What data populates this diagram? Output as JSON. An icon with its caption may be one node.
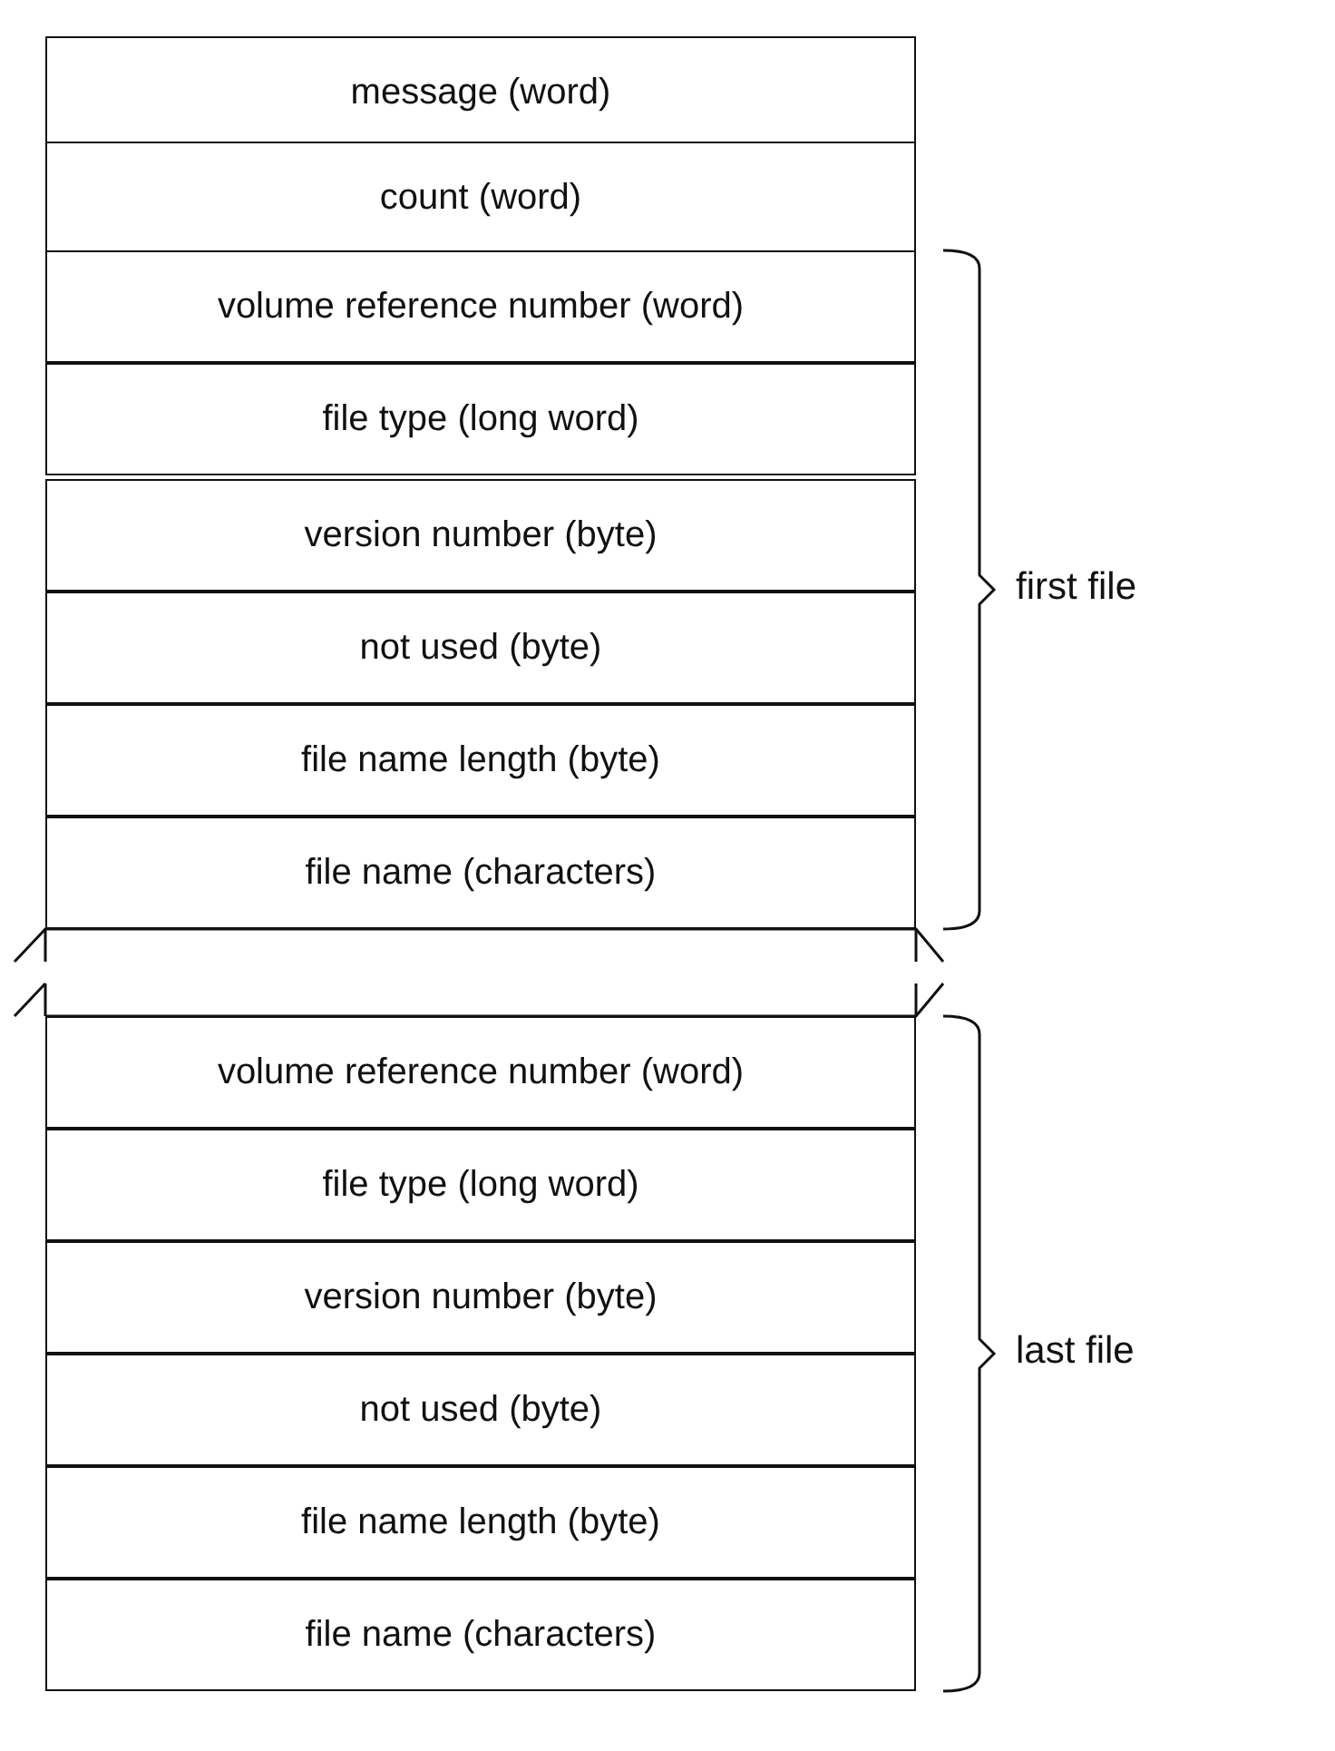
{
  "diagram": {
    "nodes": [
      {
        "text": [
          "message (word)"
        ]
      },
      {
        "text": [
          "count (word)"
        ]
      },
      {
        "text": [
          "volume reference number (word)"
        ]
      },
      {
        "text": [
          "file type (long word)"
        ]
      },
      {
        "text": [
          "version number (byte)"
        ]
      },
      {
        "text": [
          "not used (byte)"
        ]
      },
      {
        "text": [
          "file name length (byte)"
        ]
      },
      {
        "text": [
          "file name (characters)"
        ]
      },
      {
        "text": [
          "volume reference number (word)"
        ]
      },
      {
        "text": [
          "file type (long word)"
        ]
      },
      {
        "text": [
          "version number (byte)"
        ]
      },
      {
        "text": [
          "not used (byte)"
        ]
      },
      {
        "text": [
          "file name length (byte)"
        ]
      },
      {
        "text": [
          "file name (characters)"
        ]
      }
    ],
    "labels": [
      "first file",
      "last file"
    ]
  }
}
